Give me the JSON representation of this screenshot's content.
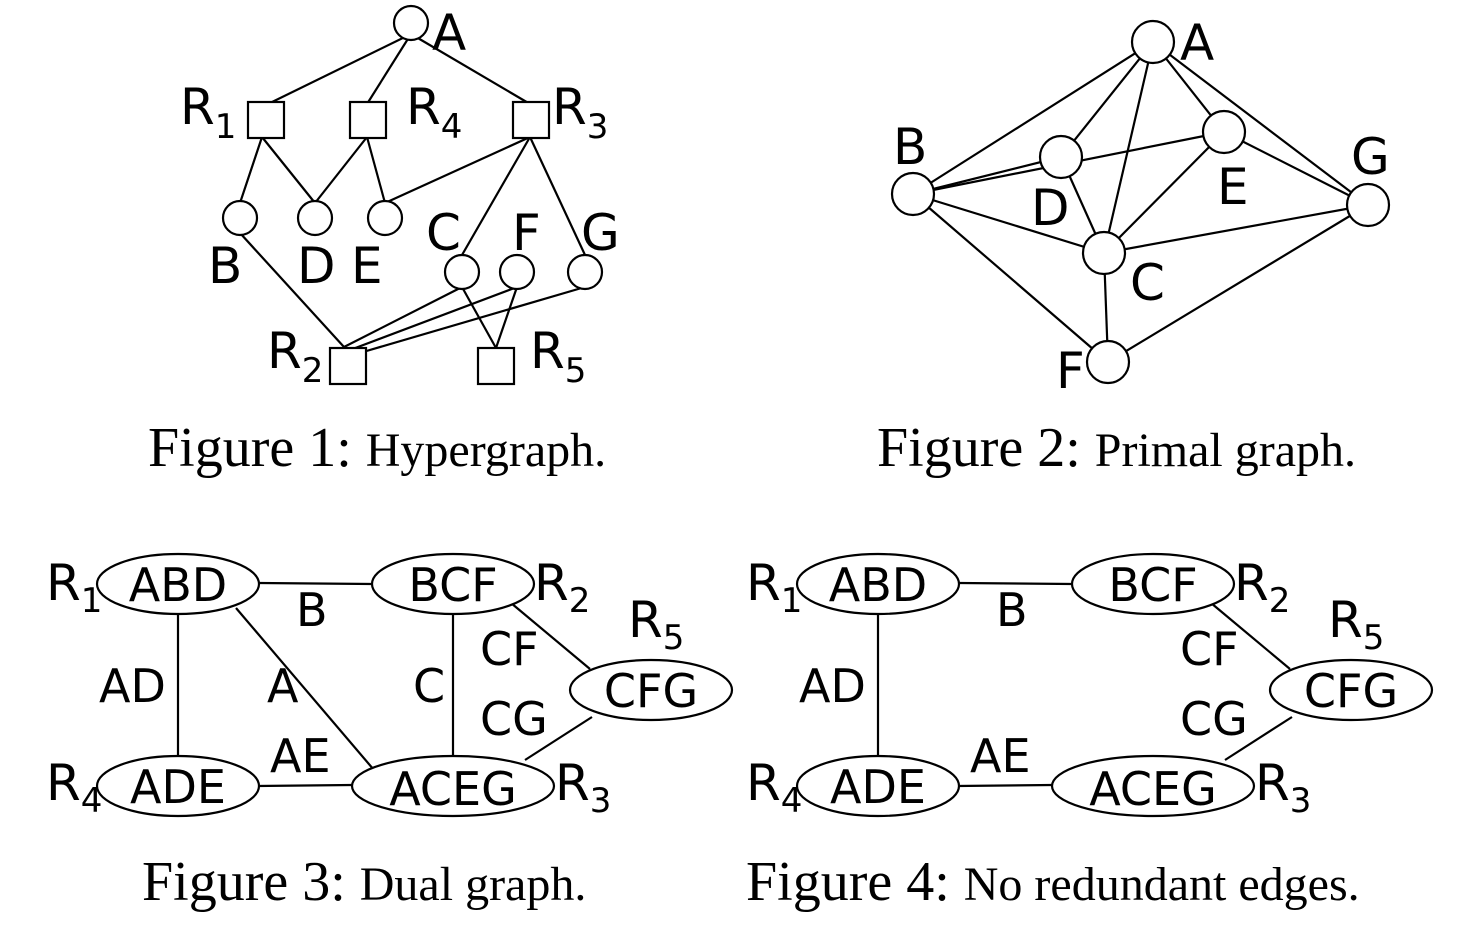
{
  "figures": [
    {
      "caption_prefix": "Figure 1:",
      "caption_text": "Hypergraph.",
      "vertices": [
        "A",
        "B",
        "D",
        "E",
        "C",
        "F",
        "G"
      ],
      "hyperedges": [
        {
          "label": "R",
          "sub": "1"
        },
        {
          "label": "R",
          "sub": "4"
        },
        {
          "label": "R",
          "sub": "3"
        },
        {
          "label": "R",
          "sub": "2"
        },
        {
          "label": "R",
          "sub": "5"
        }
      ]
    },
    {
      "caption_prefix": "Figure 2:",
      "caption_text": "Primal graph.",
      "vertices": [
        "A",
        "B",
        "D",
        "E",
        "G",
        "C",
        "F"
      ]
    },
    {
      "caption_prefix": "Figure 3:",
      "caption_text": "Dual graph.",
      "nodes": [
        {
          "text": "ABD",
          "rel": "R",
          "sub": "1"
        },
        {
          "text": "BCF",
          "rel": "R",
          "sub": "2"
        },
        {
          "text": "CFG",
          "rel": "R",
          "sub": "5"
        },
        {
          "text": "ADE",
          "rel": "R",
          "sub": "4"
        },
        {
          "text": "ACEG",
          "rel": "R",
          "sub": "3"
        }
      ],
      "edge_labels": [
        "B",
        "AD",
        "A",
        "C",
        "CF",
        "CG",
        "AE"
      ]
    },
    {
      "caption_prefix": "Figure 4:",
      "caption_text": "No redundant edges.",
      "nodes": [
        {
          "text": "ABD",
          "rel": "R",
          "sub": "1"
        },
        {
          "text": "BCF",
          "rel": "R",
          "sub": "2"
        },
        {
          "text": "CFG",
          "rel": "R",
          "sub": "5"
        },
        {
          "text": "ADE",
          "rel": "R",
          "sub": "4"
        },
        {
          "text": "ACEG",
          "rel": "R",
          "sub": "3"
        }
      ],
      "edge_labels": [
        "B",
        "AD",
        "CF",
        "CG",
        "AE"
      ]
    }
  ]
}
